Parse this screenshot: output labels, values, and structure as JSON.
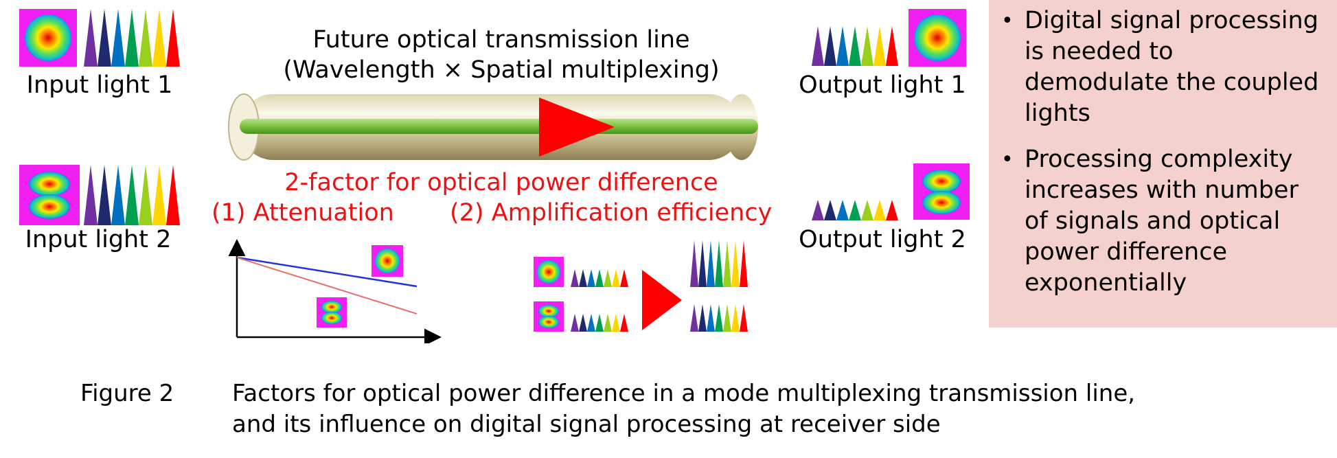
{
  "title": {
    "line1": "Future optical transmission line",
    "line2": "(Wavelength × Spatial multiplexing)"
  },
  "labels": {
    "input1": "Input light 1",
    "input2": "Input light 2",
    "output1": "Output light 1",
    "output2": "Output light 2"
  },
  "factors": {
    "heading": "2-factor for optical power difference",
    "factor1": "(1) Attenuation",
    "factor2": "(2) Amplification efficiency"
  },
  "notes": [
    "Digital signal processing is needed to demodulate the coupled lights",
    "Processing complexity increases with number of signals and optical power difference exponentially"
  ],
  "figure": {
    "number": "Figure 2",
    "caption_line1": "Factors for optical power difference in a mode multiplexing transmission line,",
    "caption_line2": "and its influence on digital signal processing at receiver side"
  },
  "colors": {
    "accent_red": "#ee1111",
    "panel_bg": "#f4d1cd",
    "mode_bg": "#f21ff2",
    "fiber_core": "#79c13a",
    "line_mode1": "#2233dd",
    "line_mode2": "#e8706a"
  },
  "spectrum_colors": [
    "#7030a0",
    "#1f2a6e",
    "#0070c0",
    "#00a050",
    "#99d01e",
    "#ffd400",
    "#ff0000"
  ],
  "icons": [
    "lp01-mode-icon",
    "lp11-mode-icon",
    "wavelength-spectrum-icon",
    "fiber-cable-icon",
    "arrow-right-icon"
  ]
}
